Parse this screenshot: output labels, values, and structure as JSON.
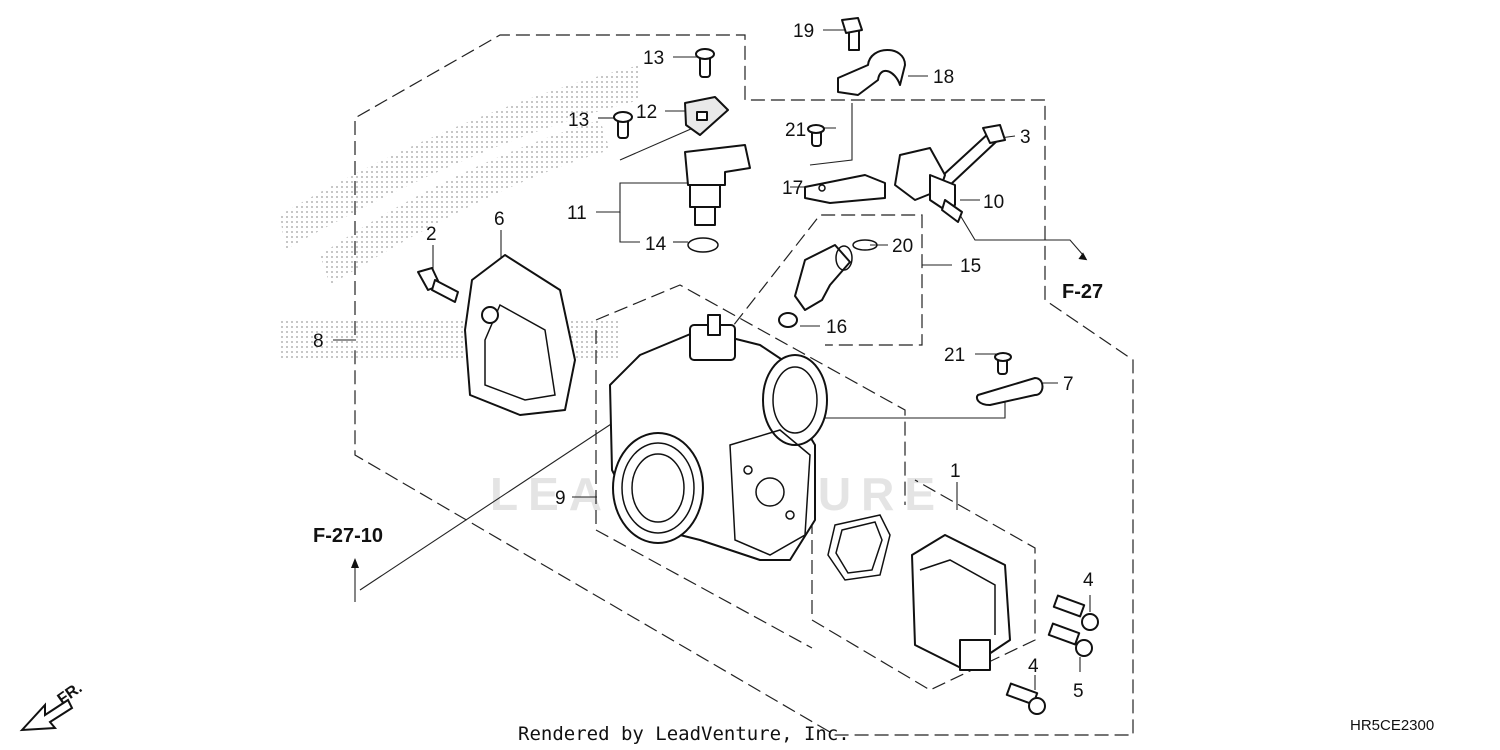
{
  "diagram": {
    "callouts": {
      "c1": "1",
      "c2": "2",
      "c3": "3",
      "c4a": "4",
      "c4b": "4",
      "c5": "5",
      "c6": "6",
      "c7": "7",
      "c8": "8",
      "c9": "9",
      "c10": "10",
      "c11": "11",
      "c12": "12",
      "c13a": "13",
      "c13b": "13",
      "c14": "14",
      "c15": "15",
      "c16": "16",
      "c17": "17",
      "c18": "18",
      "c19": "19",
      "c20": "20",
      "c21a": "21",
      "c21b": "21"
    },
    "refs": {
      "f27": "F-27",
      "f2710": "F-27-10"
    },
    "direction": "FR.",
    "watermark": "LEADVENTURE",
    "credit": "Rendered by LeadVenture, Inc.",
    "code": "HR5CE2300"
  },
  "colors": {
    "line": "#111111",
    "watermark": "#e4e4e4",
    "background": "#ffffff"
  }
}
